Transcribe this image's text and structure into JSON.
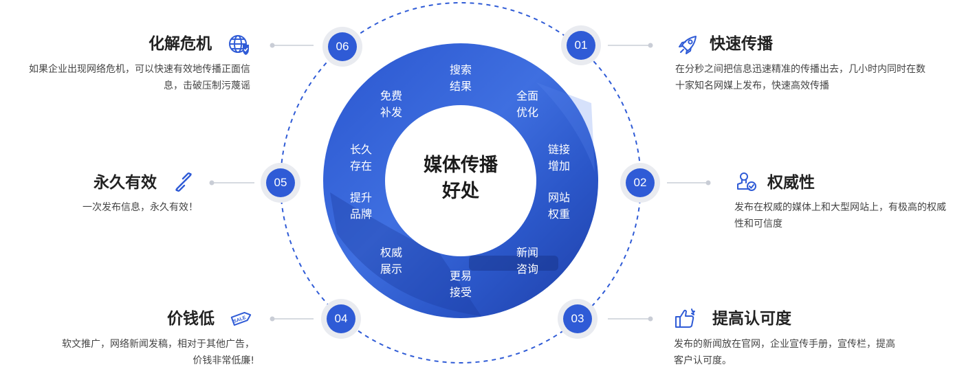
{
  "center": {
    "line1": "媒体传播",
    "line2": "好处"
  },
  "ring_labels": [
    {
      "line1": "搜索",
      "line2": "结果"
    },
    {
      "line1": "全面",
      "line2": "优化"
    },
    {
      "line1": "链接",
      "line2": "增加"
    },
    {
      "line1": "网站",
      "line2": "权重"
    },
    {
      "line1": "新闻",
      "line2": "咨询"
    },
    {
      "line1": "更易",
      "line2": "接受"
    },
    {
      "line1": "权威",
      "line2": "展示"
    },
    {
      "line1": "提升",
      "line2": "品牌"
    },
    {
      "line1": "长久",
      "line2": "存在"
    },
    {
      "line1": "免费",
      "line2": "补发"
    }
  ],
  "items": [
    {
      "number": "01",
      "title": "快速传播",
      "desc_line1": "在分秒之间把信息迅速精准的传播出去，几小时内同时在数",
      "desc_line2": "十家知名网媒上发布，快速高效传播",
      "icon": "rocket-icon"
    },
    {
      "number": "02",
      "title": "权威性",
      "desc_line1": "发布在权威的媒体上和大型网站上，有极高的权威",
      "desc_line2": "性和可信度",
      "icon": "authority-stamp-icon"
    },
    {
      "number": "03",
      "title": "提高认可度",
      "desc_line1": "发布的新闻放在官网，企业宣传手册，宣传栏，提高",
      "desc_line2": "客户认可度。",
      "icon": "thumbs-up-icon"
    },
    {
      "number": "04",
      "title": "价钱低",
      "desc_line1": "软文推广，网络新闻发稿，相对于其他广告，",
      "desc_line2": "价钱非常低廉!",
      "icon": "sale-tag-icon",
      "icon_text": "SALE"
    },
    {
      "number": "05",
      "title": "永久有效",
      "desc_line1": "一次发布信息，永久有效！",
      "desc_line2": "",
      "icon": "link-icon"
    },
    {
      "number": "06",
      "title": "化解危机",
      "desc_line1": "如果企业出现网络危机，可以快速有效地传播正面信",
      "desc_line2": "息，击破压制污蔑谣",
      "icon": "globe-shield-icon"
    }
  ],
  "colors": {
    "accent": "#2f5bd6",
    "ring_dark": "#1f45b8",
    "ring_light": "#3d6ee6",
    "badge_bg": "#e9ebf0",
    "connector": "#c9cdd6"
  }
}
